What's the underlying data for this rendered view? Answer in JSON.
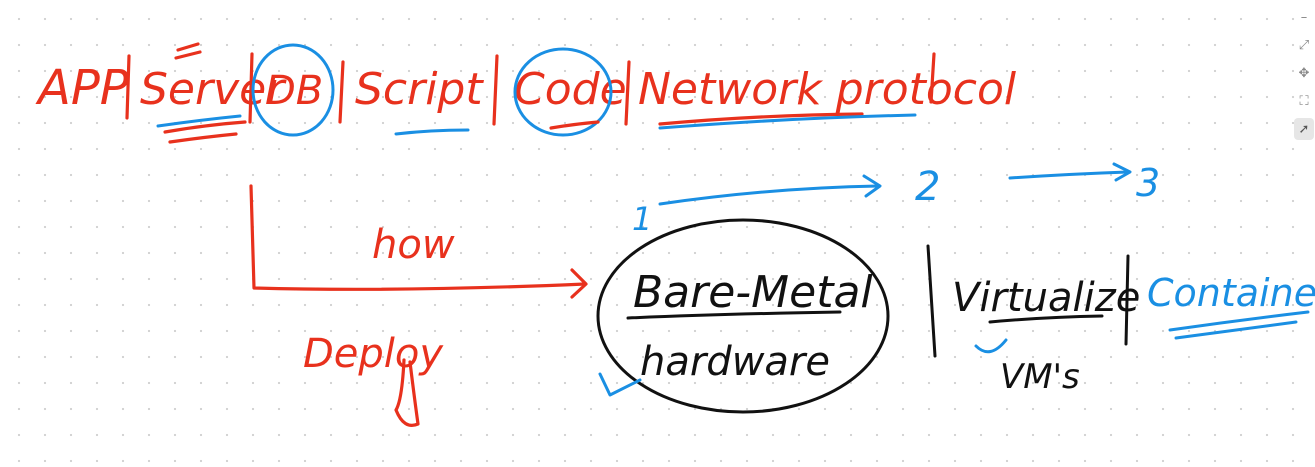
{
  "board": {
    "top_row": [
      "APP",
      "Server",
      "DB",
      "Script",
      "Code",
      "Network protocol"
    ],
    "how_label": "how",
    "deploy_label": "Deploy",
    "options": {
      "bare_metal": "Bare-Metal",
      "hardware": "hardware",
      "virtualize": "Virtualize",
      "vms": "VM's",
      "containers": "Containers"
    },
    "step_numbers": [
      "1",
      "2",
      "3"
    ]
  },
  "toolbar": {
    "tools": [
      {
        "icon": "zoom-out-icon",
        "glyph": "–"
      },
      {
        "icon": "expand-icon",
        "glyph": "⤢"
      },
      {
        "icon": "move-icon",
        "glyph": "✥"
      },
      {
        "icon": "fit-to-screen-icon",
        "glyph": "⛶"
      },
      {
        "icon": "pen-pointer-icon",
        "glyph": "➚"
      }
    ]
  },
  "colors": {
    "red_ink": "#e8311d",
    "blue_ink": "#1a8fe3",
    "black_ink": "#111111"
  }
}
